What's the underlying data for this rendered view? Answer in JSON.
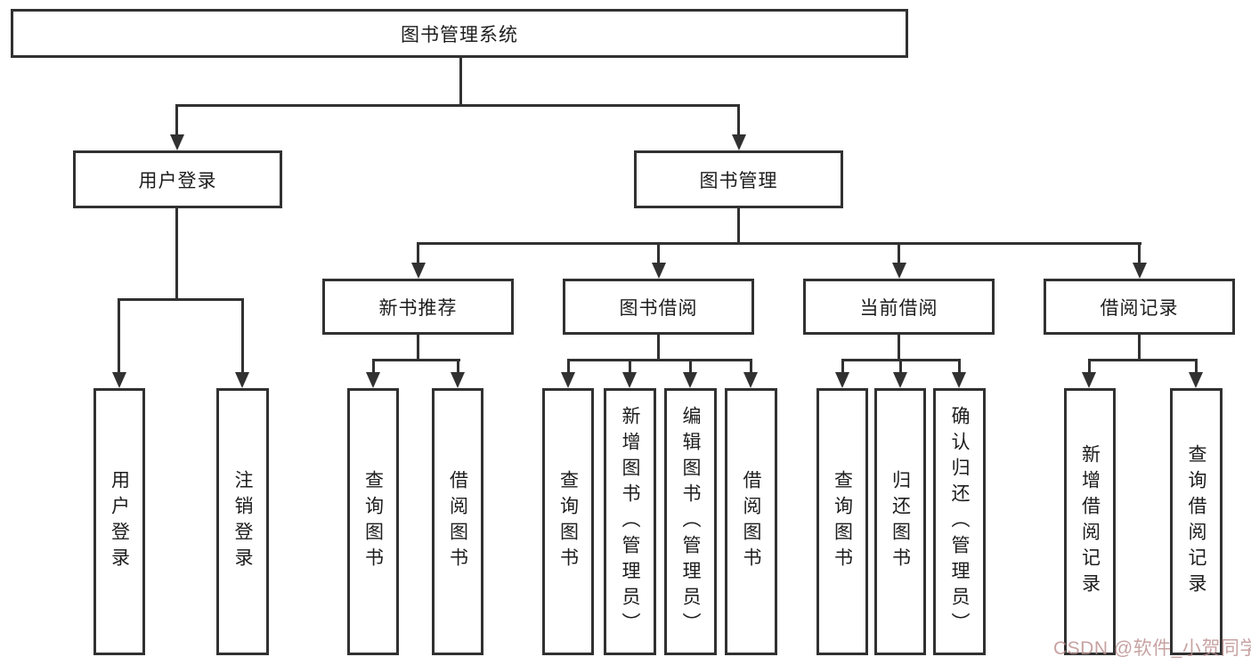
{
  "diagram": {
    "root": {
      "label": "图书管理系统"
    },
    "level2": [
      {
        "label": "用户登录"
      },
      {
        "label": "图书管理"
      }
    ],
    "level3": [
      {
        "label": "新书推荐"
      },
      {
        "label": "图书借阅"
      },
      {
        "label": "当前借阅"
      },
      {
        "label": "借阅记录"
      }
    ],
    "leaves": {
      "user_login": [
        "用户登录",
        "注销登录"
      ],
      "new_book_rec": [
        "查询图书",
        "借阅图书"
      ],
      "book_borrow": [
        "查询图书",
        "新增图书（管理员）",
        "编辑图书（管理员）",
        "借阅图书"
      ],
      "current_borrow": [
        "查询图书",
        "归还图书",
        "确认归还（管理员）"
      ],
      "borrow_records": [
        "新增借阅记录",
        "查询借阅记录"
      ]
    }
  },
  "watermark": {
    "text": "CSDN @软件_小贺同学",
    "color": "#bb8d8d"
  },
  "colors": {
    "line": "#313131",
    "background": "#ffffff",
    "text": "#1d1d1d"
  }
}
